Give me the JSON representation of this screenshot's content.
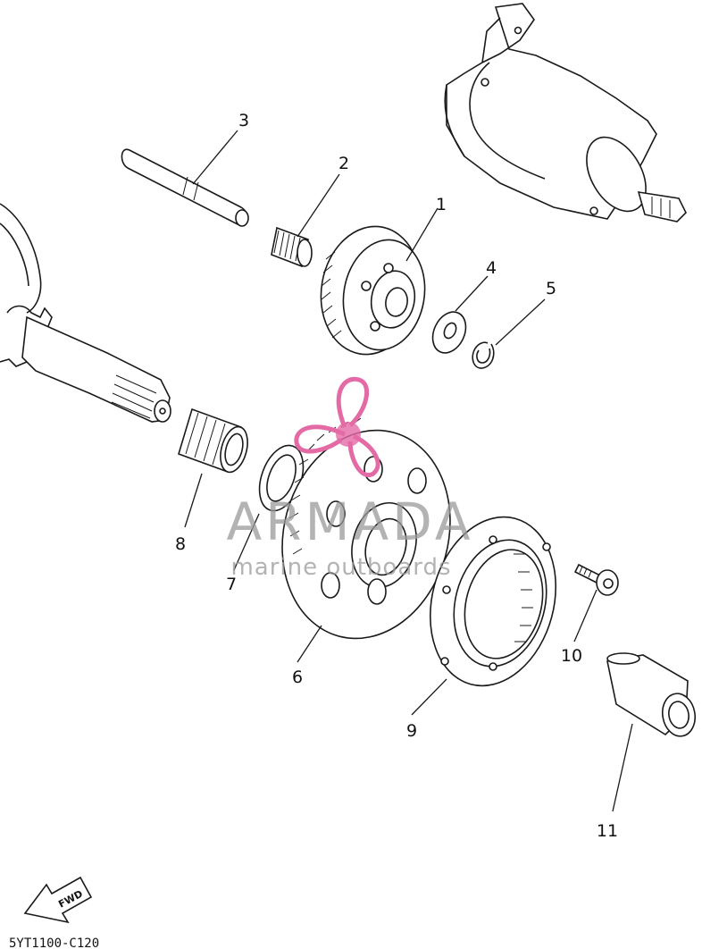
{
  "diagram": {
    "part_labels": [
      "1",
      "2",
      "3",
      "4",
      "5",
      "6",
      "7",
      "8",
      "9",
      "10",
      "11"
    ],
    "diagram_code": "5YT1100-C120",
    "direction_arrow": {
      "label": "FWD",
      "icon": "fwd-arrow-icon"
    }
  },
  "watermark": {
    "brand": "ARMADA",
    "tagline": "marine outboards",
    "logo_icon": "propeller-logo-icon",
    "logo_color": "#e46aa6"
  }
}
